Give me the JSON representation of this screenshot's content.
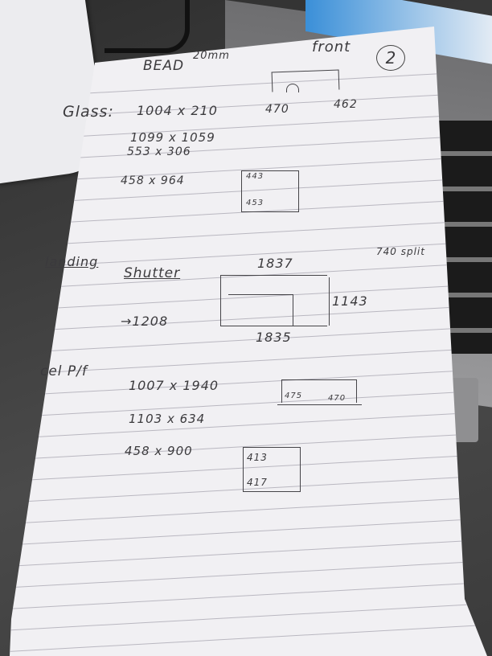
{
  "page_number": "2",
  "bead": {
    "label": "BEAD",
    "size": "20mm"
  },
  "front": {
    "label": "front",
    "left": "470",
    "right": "462"
  },
  "glass": {
    "label": "Glass:",
    "sizes": [
      "1004 x 210",
      "1099 x 1059",
      "553 x 306",
      "458 x 964"
    ],
    "diagram": {
      "top": "443",
      "bottom": "453"
    }
  },
  "landing": {
    "label": "landing",
    "split_note": "740 split",
    "shutter": {
      "label": "Shutter",
      "arrow_value": "1208",
      "top": "1837",
      "bottom": "1835",
      "side": "1143"
    }
  },
  "section3": {
    "label": "cel P/f",
    "sizes": [
      "1007 x 1940",
      "1103 x 634",
      "458 x 900"
    ],
    "diagram_a": {
      "left": "475",
      "right": "470"
    },
    "diagram_b": {
      "top": "413",
      "bottom": "417"
    }
  }
}
